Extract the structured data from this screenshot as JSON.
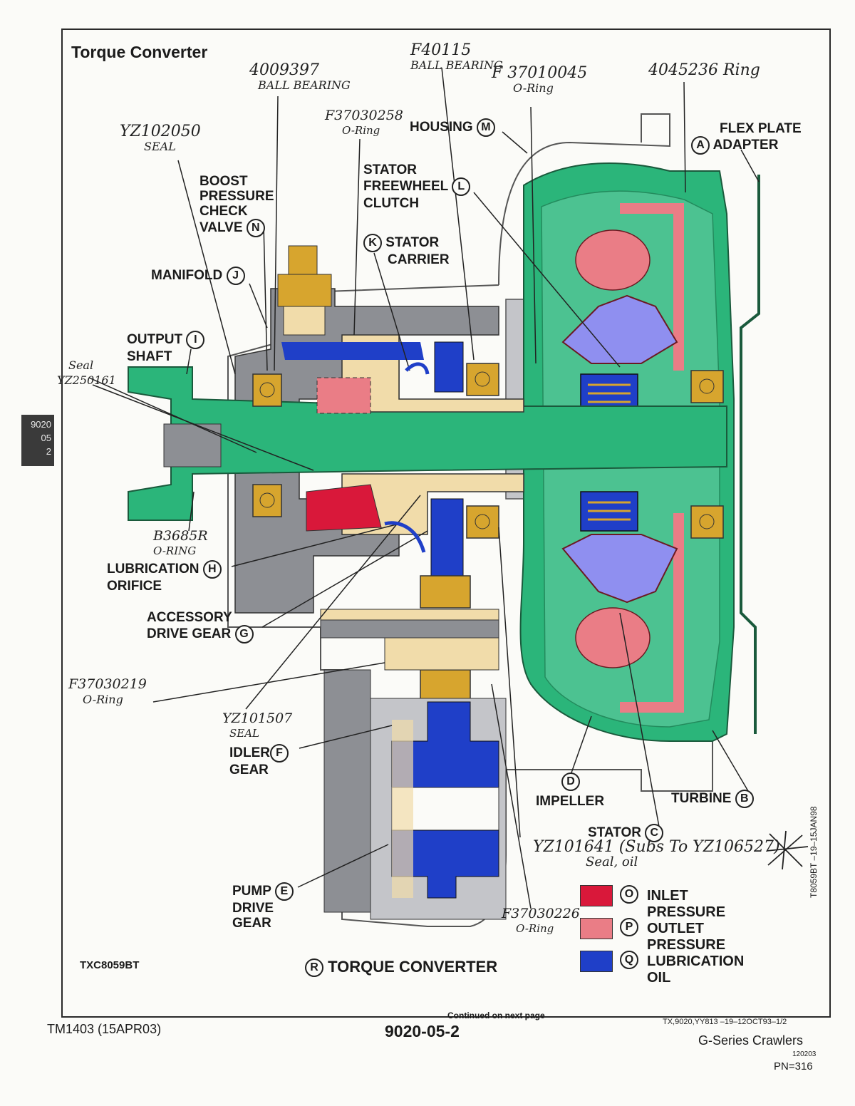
{
  "page": {
    "title": "Torque Converter",
    "side_tab": [
      "9020",
      "05",
      "2"
    ],
    "figure_id": "TXC8059BT",
    "caption_letter": "R",
    "caption": "TORQUE CONVERTER",
    "side_code": "T8059BT –19–15JAN98",
    "continued": "Continued on next page",
    "footer_left": "TM1403 (15APR03)",
    "footer_center": "9020-05-2",
    "footer_right_code": "TX,9020,YY813   –19–12OCT93–1/2",
    "footer_right_title": "G-Series Crawlers",
    "footer_right_small": "120203",
    "footer_right_pn": "PN=316"
  },
  "labels": {
    "A": {
      "letter": "A",
      "lines": [
        "FLEX PLATE",
        "ADAPTER"
      ]
    },
    "B": {
      "letter": "B",
      "text": "TURBINE"
    },
    "C": {
      "letter": "C",
      "text": "STATOR"
    },
    "D": {
      "letter": "D",
      "text": "IMPELLER"
    },
    "E": {
      "letter": "E",
      "lines": [
        "PUMP",
        "DRIVE",
        "GEAR"
      ]
    },
    "F": {
      "letter": "F",
      "lines": [
        "IDLER",
        "GEAR"
      ]
    },
    "G": {
      "letter": "G",
      "lines": [
        "ACCESSORY",
        "DRIVE GEAR"
      ]
    },
    "H": {
      "letter": "H",
      "lines": [
        "LUBRICATION",
        "ORIFICE"
      ]
    },
    "I": {
      "letter": "I",
      "lines": [
        "OUTPUT",
        "SHAFT"
      ]
    },
    "J": {
      "letter": "J",
      "text": "MANIFOLD"
    },
    "K": {
      "letter": "K",
      "lines": [
        "STATOR",
        "CARRIER"
      ]
    },
    "L": {
      "letter": "L",
      "lines": [
        "STATOR",
        "FREEWHEEL",
        "CLUTCH"
      ]
    },
    "M": {
      "letter": "M",
      "text": "HOUSING"
    },
    "N": {
      "letter": "N",
      "lines": [
        "BOOST",
        "PRESSURE",
        "CHECK",
        "VALVE"
      ]
    }
  },
  "legend": [
    {
      "letter": "O",
      "text": "INLET PRESSURE",
      "color": "#d9183a"
    },
    {
      "letter": "P",
      "text": "OUTLET PRESSURE",
      "color": "#ea7d86"
    },
    {
      "letter": "Q",
      "text": "LUBRICATION OIL",
      "color": "#1f3fc8"
    }
  ],
  "handwritten": {
    "f40115": [
      "F40115",
      "BALL BEARING"
    ],
    "n4009397": [
      "4009397",
      "BALL BEARING"
    ],
    "f37010045": [
      "F 37010045",
      "O-Ring"
    ],
    "n4045236": [
      "4045236  Ring"
    ],
    "yz102050": [
      "YZ102050",
      "SEAL"
    ],
    "f37030258": [
      "F37030258",
      "O-Ring"
    ],
    "yz250161": [
      "Seal",
      "YZ250161"
    ],
    "b3685r": [
      "B3685R",
      "O-RING"
    ],
    "f37030219": [
      "F37030219",
      "O-Ring"
    ],
    "yz101507": [
      "YZ101507",
      "SEAL"
    ],
    "yz101641": [
      "YZ101641 (Subs To   YZ106527)",
      "Seal, oil"
    ],
    "f37030226": [
      "F37030226",
      "O-Ring"
    ]
  },
  "colors": {
    "green": "#2bb57a",
    "green_light": "#74d3ad",
    "gray": "#8d8f94",
    "gray_light": "#c4c5c9",
    "tan": "#f1dcaa",
    "bearing": "#d7a52e",
    "red": "#d9183a",
    "pink": "#ea7d86",
    "violet": "#8f8ff0",
    "blue": "#1f3fc8"
  }
}
